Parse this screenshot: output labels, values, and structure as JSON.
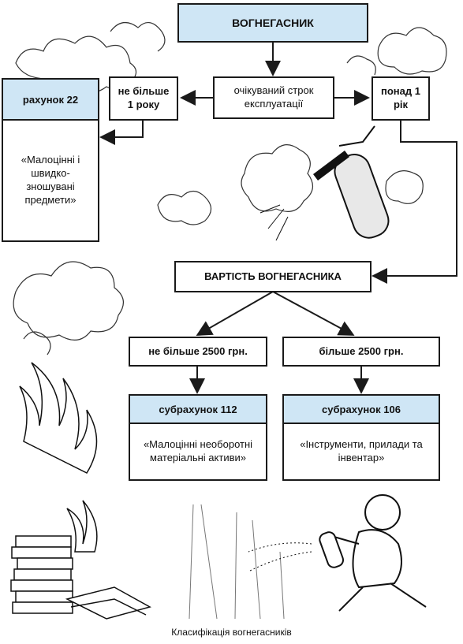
{
  "title": "ВОГНЕГАСНИК",
  "service_life": "очікуваний строк експлуатації",
  "left_branch": "не більше 1 року",
  "right_branch": "понад 1 рік",
  "account22": {
    "header": "рахунок 22",
    "body": "«Малоцінні і швидко-зношувані предмети»"
  },
  "cost": "ВАРТІСТЬ ВОГНЕГАСНИКА",
  "low_cost": "не більше 2500 грн.",
  "high_cost": "більше 2500 грн.",
  "sub112": {
    "header": "субрахунок 112",
    "body": "«Малоцінні необоротні матеріальні активи»"
  },
  "sub106": {
    "header": "субрахунок 106",
    "body": "«Інструменти, прилади та інвентар»"
  },
  "caption": "Класифікація вогнегасників",
  "colors": {
    "header_fill": "#cfe6f5",
    "line": "#1a1a1a"
  }
}
